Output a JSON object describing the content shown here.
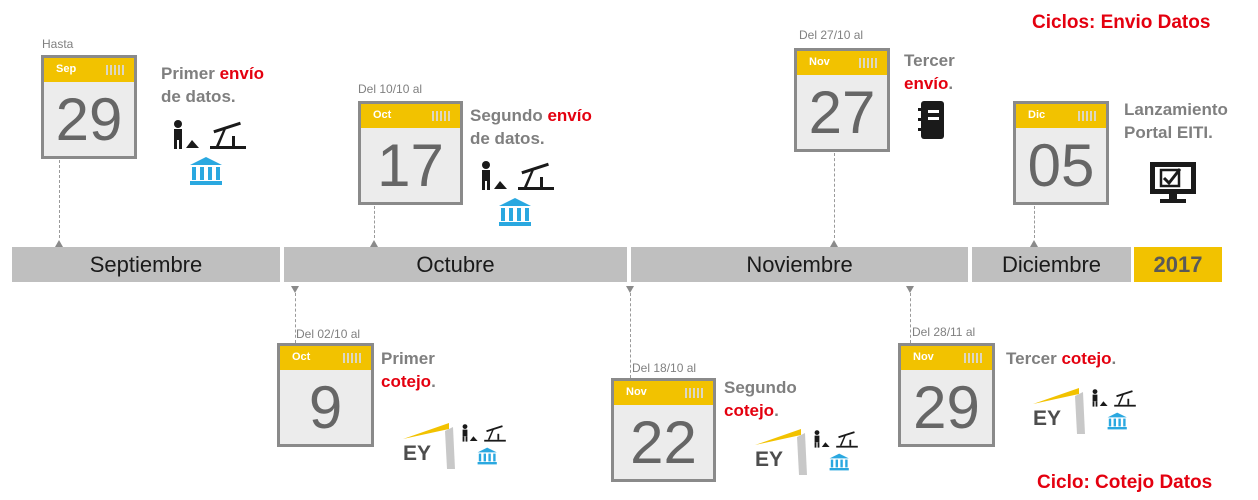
{
  "titles": {
    "envio": "Ciclos: Envio Datos",
    "cotejo": "Ciclo: Cotejo Datos"
  },
  "timeline": {
    "months": [
      "Septiembre",
      "Octubre",
      "Noviembre",
      "Diciembre"
    ],
    "year": "2017"
  },
  "events_top": [
    {
      "note": "Hasta",
      "month": "Sep",
      "day": "29",
      "text_a": "Primer ",
      "text_red": "envío",
      "text_b": "de datos."
    },
    {
      "note": "Del 10/10 al",
      "month": "Oct",
      "day": "17",
      "text_a": "Segundo ",
      "text_red": "envío",
      "text_b": "de datos."
    },
    {
      "note": "Del 27/10 al",
      "month": "Nov",
      "day": "27",
      "text_a": "Tercer",
      "text_red": "envío",
      "text_b": "."
    },
    {
      "note": "",
      "month": "Dic",
      "day": "05",
      "text_a": "Lanzamiento",
      "text_red": "",
      "text_b": "Portal EITI."
    }
  ],
  "events_bottom": [
    {
      "note": "Del 02/10 al",
      "month": "Oct",
      "day": "9",
      "text_a": "Primer",
      "text_red": "cotejo",
      "text_b": "."
    },
    {
      "note": "Del 18/10 al",
      "month": "Nov",
      "day": "22",
      "text_a": "Segundo",
      "text_red": "cotejo",
      "text_b": "."
    },
    {
      "note": "Del 28/11 al",
      "month": "Nov",
      "day": "29",
      "text_a": "Tercer ",
      "text_red": "cotejo",
      "text_b": "."
    }
  ],
  "logo_text": "EY",
  "colors": {
    "accent_red": "#e4000f",
    "calendar_header": "#f2c200",
    "timeline": "#bfbfbf",
    "bank_blue": "#2aa8e0"
  }
}
